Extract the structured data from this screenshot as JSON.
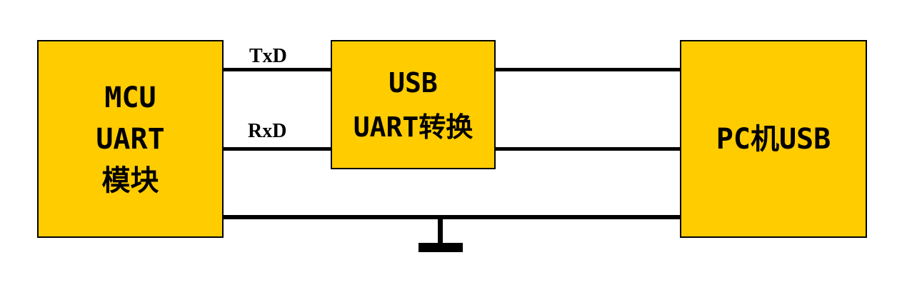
{
  "colors": {
    "block_fill": "#FFCC00",
    "line": "#000000",
    "background": "#FFFFFF"
  },
  "blocks": {
    "mcu": [
      "MCU",
      "UART",
      "模块"
    ],
    "converter": [
      "USB",
      "UART转换"
    ],
    "pc": [
      "PC机USB"
    ]
  },
  "signals": {
    "txd": "TxD",
    "rxd": "RxD"
  },
  "ground_symbol": "ground-icon"
}
